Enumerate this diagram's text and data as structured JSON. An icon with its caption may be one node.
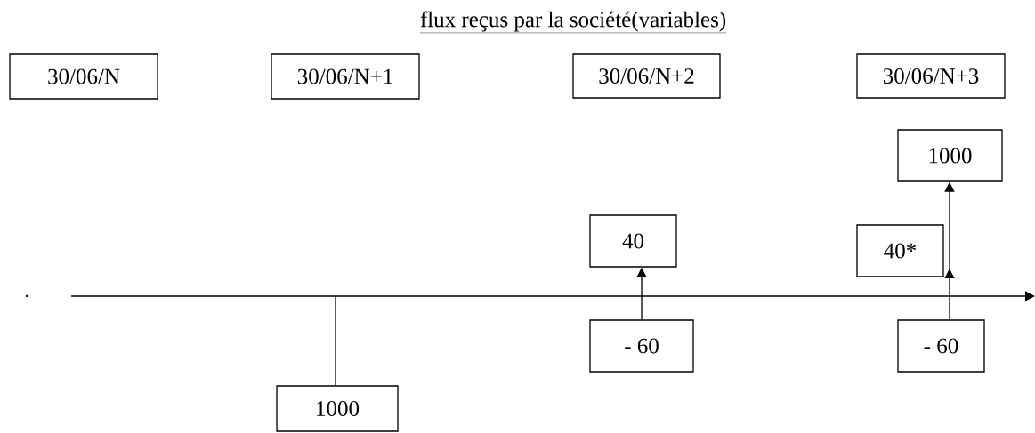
{
  "diagram": {
    "title": "flux reçus par la société(variables)",
    "nodes": [
      {
        "text": [
          "30/06/N"
        ]
      },
      {
        "text": [
          "30/06/N+1"
        ]
      },
      {
        "text": [
          "30/06/N+2"
        ]
      },
      {
        "text": [
          "30/06/N+3"
        ]
      },
      {
        "text": [
          "1000"
        ]
      },
      {
        "text": [
          "40"
        ]
      },
      {
        "text": [
          "40*"
        ]
      },
      {
        "text": [
          "- 60"
        ]
      },
      {
        "text": [
          "- 60"
        ]
      },
      {
        "text": [
          "1000"
        ]
      }
    ],
    "edges": [
      {
        "from": 7,
        "to": 5,
        "arrow": "to"
      },
      {
        "from": 8,
        "to": 4,
        "arrow": "to"
      },
      {
        "from": null,
        "to": 9,
        "arrow": "none"
      }
    ]
  }
}
